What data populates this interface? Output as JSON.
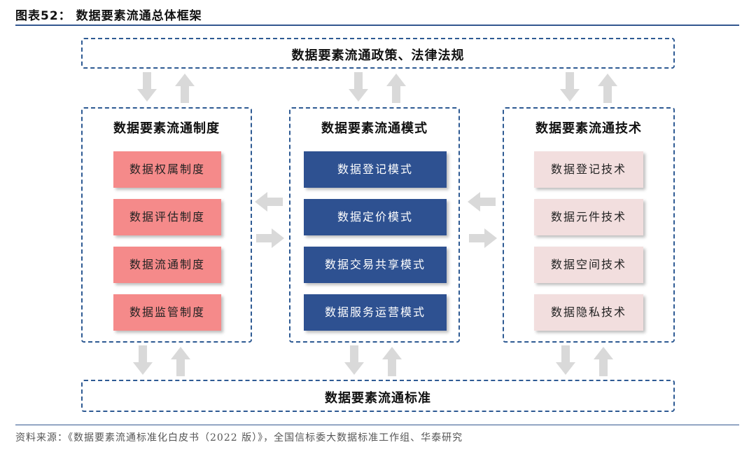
{
  "figure_title": "图表52： 数据要素流通总体框架",
  "top_banner": "数据要素流通政策、法律法规",
  "bottom_banner": "数据要素流通标准",
  "columns": [
    {
      "title": "数据要素流通制度",
      "items": [
        "数据权属制度",
        "数据评估制度",
        "数据流通制度",
        "数据监管制度"
      ]
    },
    {
      "title": "数据要素流通模式",
      "items": [
        "数据登记模式",
        "数据定价模式",
        "数据交易共享模式",
        "数据服务运营模式"
      ]
    },
    {
      "title": "数据要素流通技术",
      "items": [
        "数据登记技术",
        "数据元件技术",
        "数据空间技术",
        "数据隐私技术"
      ]
    }
  ],
  "colors": {
    "rule": "#33578f",
    "dashed_border": "#2e5a93",
    "institution_item": "#f58a8a",
    "mode_item": "#2e5191",
    "technology_item": "#f2dede",
    "arrow": "#d9d9d9"
  },
  "source": "资料来源：《数据要素流通标准化白皮书（2022 版）》，全国信标委大数据标准工作组、华泰研究"
}
